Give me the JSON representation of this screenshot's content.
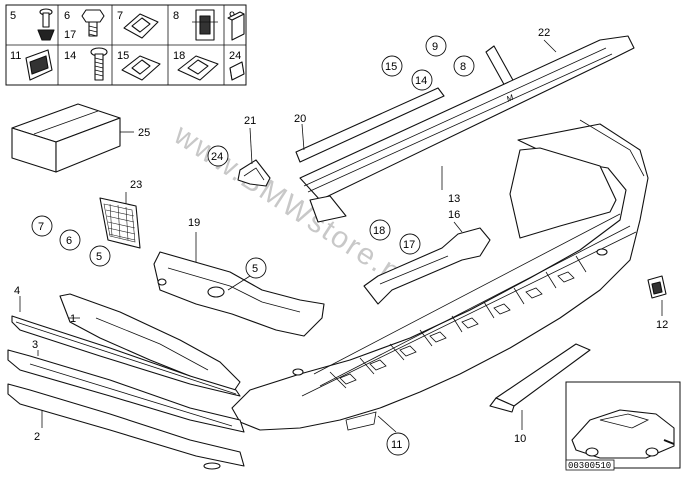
{
  "watermark": "www.BMWstore.pl",
  "reference_code": "00300510",
  "small_parts_grid": [
    {
      "label": "5",
      "extra": "17"
    },
    {
      "label": "6",
      "extra": ""
    },
    {
      "label": "7",
      "extra": ""
    },
    {
      "label": "8",
      "extra": ""
    },
    {
      "label": "9",
      "extra": ""
    },
    {
      "label": "11",
      "extra": ""
    },
    {
      "label": "14",
      "extra": ""
    },
    {
      "label": "15",
      "extra": ""
    },
    {
      "label": "18",
      "extra": ""
    },
    {
      "label": "24",
      "extra": ""
    }
  ],
  "callouts": {
    "p1": "1",
    "p2": "2",
    "p3": "3",
    "p4": "4",
    "p10": "10",
    "p12": "12",
    "p13": "13",
    "p16": "16",
    "p19": "19",
    "p20": "20",
    "p21": "21",
    "p22": "22",
    "p23": "23",
    "p25": "25"
  },
  "circled": {
    "c5a": "5",
    "c5b": "5",
    "c6": "6",
    "c7": "7",
    "c8": "8",
    "c9": "9",
    "c11": "11",
    "c14": "14",
    "c15": "15",
    "c17": "17",
    "c18": "18",
    "c24": "24"
  }
}
